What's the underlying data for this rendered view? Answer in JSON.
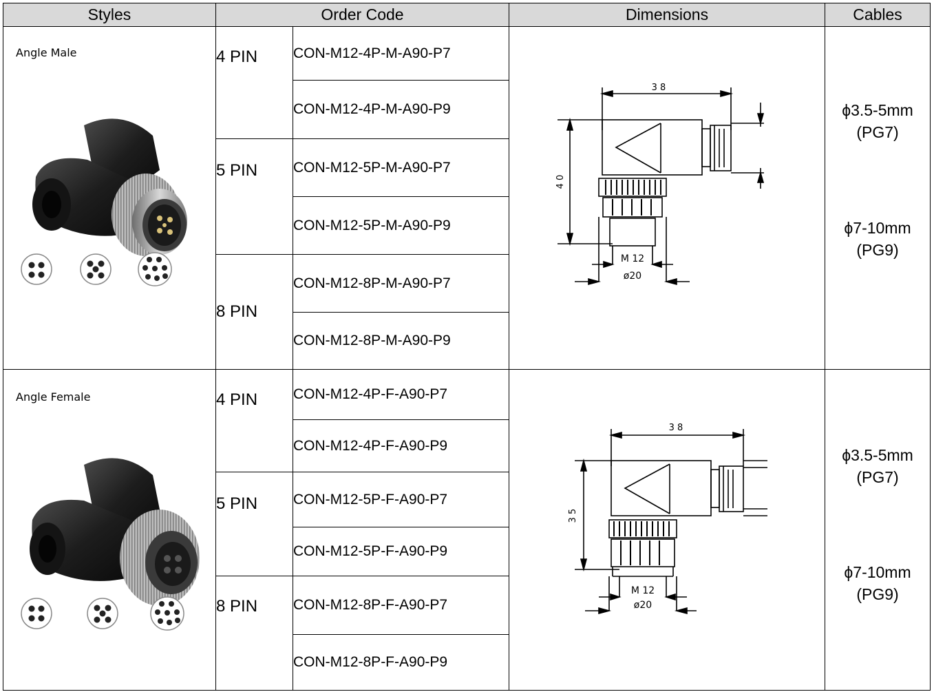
{
  "headers": {
    "styles": "Styles",
    "order_code": "Order Code",
    "dimensions": "Dimensions",
    "cables": "Cables"
  },
  "sections": [
    {
      "style": "Angle Male",
      "groups": [
        {
          "pin": "4 PIN",
          "codes": [
            "CON-M12-4P-M-A90-P7",
            "CON-M12-4P-M-A90-P9"
          ]
        },
        {
          "pin": "5 PIN",
          "codes": [
            "CON-M12-5P-M-A90-P7",
            "CON-M12-5P-M-A90-P9"
          ]
        },
        {
          "pin": "8 PIN",
          "codes": [
            "CON-M12-8P-M-A90-P7",
            "CON-M12-8P-M-A90-P9"
          ]
        }
      ],
      "dimensions": {
        "width": "3 8",
        "height": "4 0",
        "thread": "M 12",
        "diameter": "ø20"
      },
      "cables": [
        {
          "size": "ϕ3.5-5mm",
          "gland": "(PG7)"
        },
        {
          "size": "ϕ7-10mm",
          "gland": "(PG9)"
        }
      ]
    },
    {
      "style": "Angle Female",
      "groups": [
        {
          "pin": "4 PIN",
          "codes": [
            "CON-M12-4P-F-A90-P7",
            "CON-M12-4P-F-A90-P9"
          ]
        },
        {
          "pin": "5 PIN",
          "codes": [
            "CON-M12-5P-F-A90-P7",
            "CON-M12-5P-F-A90-P9"
          ]
        },
        {
          "pin": "8 PIN",
          "codes": [
            "CON-M12-8P-F-A90-P7",
            "CON-M12-8P-F-A90-P9"
          ]
        }
      ],
      "dimensions": {
        "width": "3 8",
        "height": "3 5",
        "thread": "M 12",
        "diameter": "ø20"
      },
      "cables": [
        {
          "size": "ϕ3.5-5mm",
          "gland": "(PG7)"
        },
        {
          "size": "ϕ7-10mm",
          "gland": "(PG9)"
        }
      ]
    }
  ]
}
